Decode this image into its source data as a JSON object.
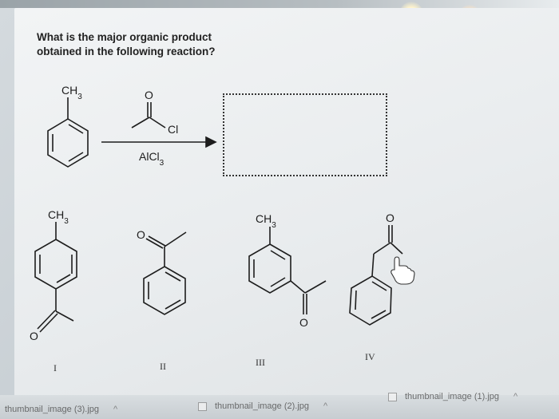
{
  "question": {
    "line1": "What is the major organic product",
    "line2": "obtained in the following reaction?"
  },
  "reaction": {
    "reactant_label": "CH3",
    "reagent_o": "O",
    "reagent_cl": "Cl",
    "catalyst": "AlCl3"
  },
  "options": [
    {
      "numeral": "I",
      "ch3": "CH3",
      "o": "O"
    },
    {
      "numeral": "II",
      "o": "O"
    },
    {
      "numeral": "III",
      "ch3": "CH3",
      "o": "O"
    },
    {
      "numeral": "IV",
      "o": "O"
    }
  ],
  "taskbar": {
    "items": [
      "thumbnail_image (3).jpg",
      "thumbnail_image (2).jpg",
      "thumbnail_image (1).jpg"
    ],
    "caret": "^"
  }
}
